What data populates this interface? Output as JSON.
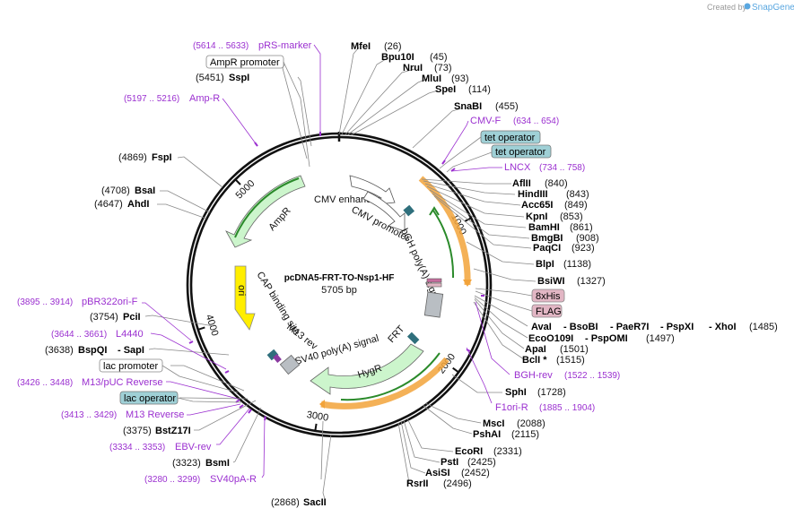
{
  "credit": "Created by",
  "brand": "SnapGene",
  "plasmid": {
    "name": "pcDNA5-FRT-TO-Nsp1-HF",
    "size": "5705 bp"
  },
  "ticks": [
    {
      "label": "1000",
      "pos": 1000
    },
    {
      "label": "2000",
      "pos": 2000
    },
    {
      "label": "3000",
      "pos": 3000
    },
    {
      "label": "4000",
      "pos": 4000
    },
    {
      "label": "5000",
      "pos": 5000
    }
  ],
  "features": {
    "cmv_enhancer": "CMV enhancer",
    "cmv_promoter": "CMV promoter",
    "bgh": "bGH poly(A) signal",
    "frt": "FRT",
    "hygr": "HygR",
    "sv40": "SV40 poly(A) signal",
    "m13rev": "M13 rev",
    "cap": "CAP binding site",
    "ori": "ori",
    "ampr": "AmpR"
  },
  "enzymes_right": [
    {
      "name": "MfeI",
      "pos": "(26)"
    },
    {
      "name": "Bpu10I",
      "pos": "(45)"
    },
    {
      "name": "NruI",
      "pos": "(73)"
    },
    {
      "name": "MluI",
      "pos": "(93)"
    },
    {
      "name": "SpeI",
      "pos": "(114)"
    },
    {
      "name": "SnaBI",
      "pos": "(455)"
    },
    {
      "name": "AflII",
      "pos": "(840)"
    },
    {
      "name": "HindIII",
      "pos": "(843)"
    },
    {
      "name": "Acc65I",
      "pos": "(849)"
    },
    {
      "name": "KpnI",
      "pos": "(853)"
    },
    {
      "name": "BamHI",
      "pos": "(861)"
    },
    {
      "name": "BmgBI",
      "pos": "(908)"
    },
    {
      "name": "PaqCI",
      "pos": "(923)"
    },
    {
      "name": "BlpI",
      "pos": "(1138)"
    },
    {
      "name": "BsiWI",
      "pos": "(1327)"
    },
    {
      "name": "ApaI",
      "pos": "(1501)"
    },
    {
      "name": "BclI *",
      "pos": "(1515)"
    },
    {
      "name": "SphI",
      "pos": "(1728)"
    },
    {
      "name": "MscI",
      "pos": "(2088)"
    },
    {
      "name": "PshAI",
      "pos": "(2115)"
    },
    {
      "name": "EcoRI",
      "pos": "(2331)"
    },
    {
      "name": "PstI",
      "pos": "(2425)"
    },
    {
      "name": "AsiSI",
      "pos": "(2452)"
    },
    {
      "name": "RsrII",
      "pos": "(2496)"
    },
    {
      "name": "SacII",
      "pos": "(2868)"
    }
  ],
  "multi_line1": {
    "a": "AvaI",
    "b": "- BsoBI",
    "c": "- PaeR7I",
    "d": "- PspXI",
    "e": "- XhoI",
    "pos": "(1485)"
  },
  "multi_line2": {
    "a": "EcoO109I",
    "b": "- PspOMI",
    "pos": "(1497)"
  },
  "enzymes_left": [
    {
      "name": "SspI",
      "pos": "(5451)"
    },
    {
      "name": "FspI",
      "pos": "(4869)"
    },
    {
      "name": "BsaI",
      "pos": "(4708)"
    },
    {
      "name": "AhdI",
      "pos": "(4647)"
    },
    {
      "name": "PciI",
      "pos": "(3754)"
    },
    {
      "name": "BspQI",
      "name2": "- SapI",
      "pos": "(3638)"
    },
    {
      "name": "BstZ17I",
      "pos": "(3375)"
    },
    {
      "name": "BsmI",
      "pos": "(3323)"
    }
  ],
  "primers": [
    {
      "name": "pRS-marker",
      "range": "(5614 .. 5633)"
    },
    {
      "name": "Amp-R",
      "range": "(5197 .. 5216)"
    },
    {
      "name": "CMV-F",
      "range": "(634 .. 654)"
    },
    {
      "name": "LNCX",
      "range": "(734 .. 758)"
    },
    {
      "name": "BGH-rev",
      "range": "(1522 .. 1539)"
    },
    {
      "name": "F1ori-R",
      "range": "(1885 .. 1904)"
    },
    {
      "name": "pBR322ori-F",
      "range": "(3895 .. 3914)"
    },
    {
      "name": "L4440",
      "range": "(3644 .. 3661)"
    },
    {
      "name": "M13/pUC Reverse",
      "range": "(3426 .. 3448)"
    },
    {
      "name": "M13 Reverse",
      "range": "(3413 .. 3429)"
    },
    {
      "name": "EBV-rev",
      "range": "(3334 .. 3353)"
    },
    {
      "name": "SV40pA-R",
      "range": "(3280 .. 3299)"
    }
  ],
  "boxes": {
    "ampr_promoter": "AmpR promoter",
    "tet1": "tet operator",
    "tet2": "tet operator",
    "his": "8xHis",
    "flag": "FLAG",
    "lac_promoter": "lac promoter",
    "lac_operator": "lac operator"
  },
  "colors": {
    "backbone": "#111111",
    "ampr": "#ccf5cc",
    "hygr": "#ccf5cc",
    "ori": "#ffee00",
    "orange": "#f2a33a",
    "primer": "#9b30d0",
    "operator": "#9fd0d6",
    "tag": "#e2b6c4"
  }
}
